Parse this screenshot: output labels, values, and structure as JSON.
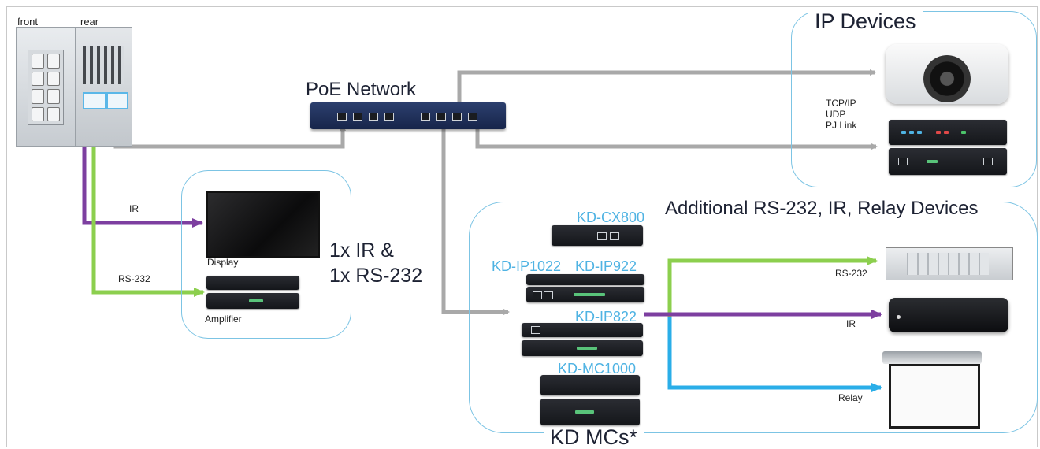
{
  "keypad": {
    "front_label": "front",
    "rear_label": "rear"
  },
  "network": {
    "title": "PoE Network"
  },
  "ip_devices": {
    "title": "IP Devices",
    "protocols": [
      "TCP/IP",
      "UDP",
      "PJ Link"
    ]
  },
  "local": {
    "ir_label": "IR",
    "rs232_label": "RS-232",
    "display_label": "Display",
    "amplifier_label": "Amplifier",
    "summary_line1": "1x IR &",
    "summary_line2": "1x RS-232"
  },
  "additional": {
    "title": "Additional RS-232, IR, Relay Devices",
    "footer": "KD MCs*",
    "models": [
      "KD-CX800",
      "KD-IP1022",
      "KD-IP922",
      "KD-IP822",
      "KD-MC1000"
    ],
    "outputs": [
      "RS-232",
      "IR",
      "Relay"
    ]
  },
  "colors": {
    "network_line": "#a9a9a9",
    "ir_line": "#7d3fa0",
    "rs232_line": "#8ccf4e",
    "relay_line": "#2aaee8",
    "region_border": "#7cc4e4",
    "model_text": "#4fb3e3"
  }
}
